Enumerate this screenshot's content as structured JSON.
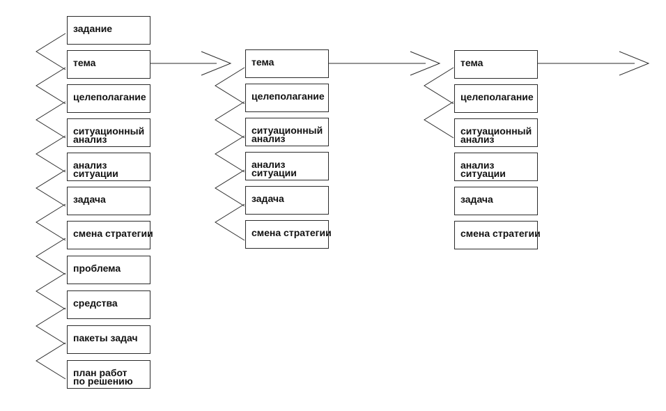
{
  "columns": [
    {
      "nodes": [
        "задание",
        "тема",
        "целеполагание",
        "ситуационный\nанализ",
        "анализ\nситуации",
        "задача",
        "смена стратегии",
        "проблема",
        "средства",
        "пакеты задач",
        "план работ\nпо решению"
      ]
    },
    {
      "nodes": [
        "тема",
        "целеполагание",
        "ситуационный\nанализ",
        "анализ\nситуации",
        "задача",
        "смена стратегии"
      ]
    },
    {
      "nodes": [
        "тема",
        "целеполагание",
        "ситуационный\nанализ",
        "анализ\nситуации",
        "задача",
        "смена стратегии"
      ]
    }
  ],
  "colors": {
    "line": "#2a2a2a",
    "text": "#111111",
    "background": "#ffffff"
  }
}
